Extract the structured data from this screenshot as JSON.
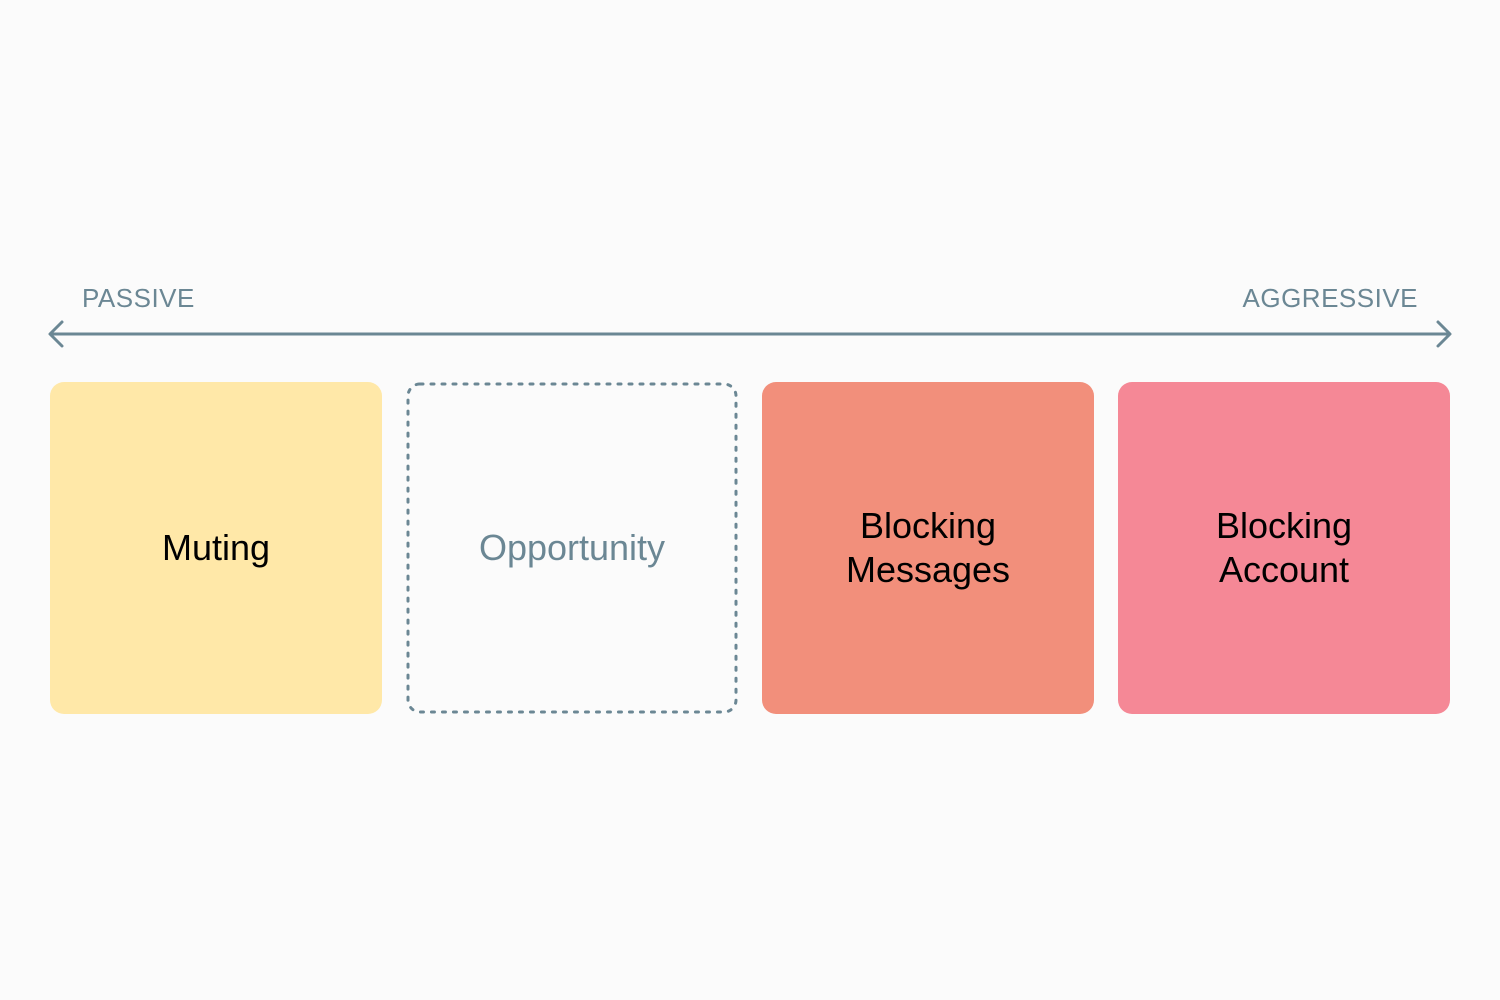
{
  "scale": {
    "left_label": "PASSIVE",
    "right_label": "AGGRESSIVE",
    "axis_color": "#6b8794"
  },
  "cards": [
    {
      "label": "Muting",
      "color": "#ffe8a8",
      "style": "filled"
    },
    {
      "label": "Opportunity",
      "color": "#6b8794",
      "style": "dashed-outline"
    },
    {
      "label": "Blocking\nMessages",
      "color": "#f28f7b",
      "style": "filled"
    },
    {
      "label": "Blocking\nAccount",
      "color": "#f58896",
      "style": "filled"
    }
  ]
}
